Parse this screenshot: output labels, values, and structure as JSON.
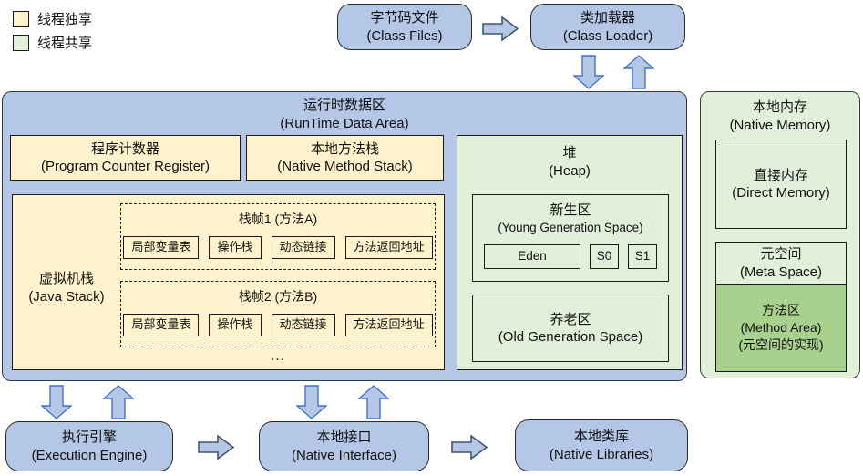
{
  "legend": {
    "items": [
      {
        "label": "线程独享",
        "color": "#fff2cc"
      },
      {
        "label": "线程共享",
        "color": "#e2efda"
      }
    ]
  },
  "top": {
    "class_files": {
      "zh": "字节码文件",
      "en": "(Class Files)"
    },
    "class_loader": {
      "zh": "类加载器",
      "en": "(Class Loader)"
    }
  },
  "runtime": {
    "title_zh": "运行时数据区",
    "title_en": "(RunTime Data Area)",
    "pc_register": {
      "zh": "程序计数器",
      "en": "(Program Counter Register)"
    },
    "native_method_stack": {
      "zh": "本地方法栈",
      "en": "(Native Method Stack)"
    },
    "java_stack": {
      "zh": "虚拟机栈",
      "en": "(Java Stack)",
      "frames": [
        {
          "title": "栈帧1 (方法A)",
          "cells": [
            "局部变量表",
            "操作栈",
            "动态链接",
            "方法返回地址"
          ]
        },
        {
          "title": "栈帧2 (方法B)",
          "cells": [
            "局部变量表",
            "操作栈",
            "动态链接",
            "方法返回地址"
          ]
        }
      ],
      "ellipsis": "..."
    },
    "heap": {
      "zh": "堆",
      "en": "(Heap)",
      "young": {
        "zh": "新生区",
        "en": "(Young Generation Space)",
        "cells": [
          "Eden",
          "S0",
          "S1"
        ]
      },
      "old": {
        "zh": "养老区",
        "en": "(Old Generation Space)"
      }
    }
  },
  "native_memory": {
    "title_zh": "本地内存",
    "title_en": "(Native Memory)",
    "direct": {
      "zh": "直接内存",
      "en": "(Direct Memory)"
    },
    "metaspace": {
      "zh": "元空间",
      "en": "(Meta Space)"
    },
    "method_area": {
      "zh": "方法区",
      "en": "(Method Area)",
      "note": "(元空间的实现)"
    }
  },
  "bottom": {
    "execution_engine": {
      "zh": "执行引擎",
      "en": "(Execution Engine)"
    },
    "native_interface": {
      "zh": "本地接口",
      "en": "(Native Interface)"
    },
    "native_libraries": {
      "zh": "本地类库",
      "en": "(Native Libraries)"
    }
  },
  "colors": {
    "thread_private": "#fff2cc",
    "thread_shared": "#e2efda",
    "node_blue": "#b4c7e7",
    "method_area_green": "#a9d18e",
    "arrow_fill": "#b4c7e7",
    "arrow_stroke": "#4472c4"
  }
}
